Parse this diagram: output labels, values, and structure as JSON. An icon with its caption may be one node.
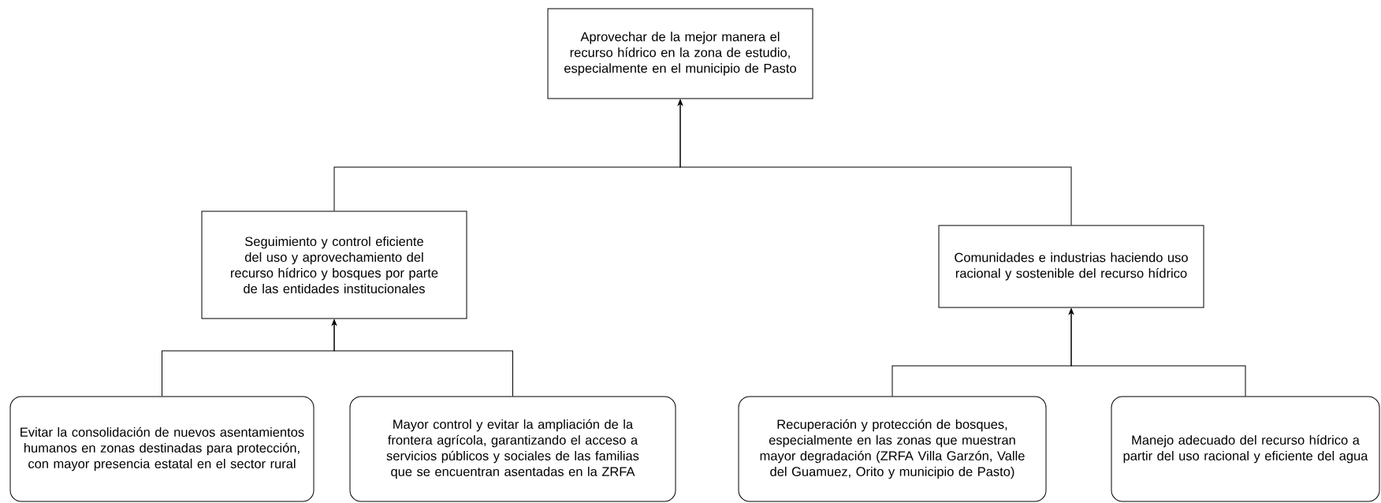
{
  "diagram": {
    "nodes": [
      {
        "text": [
          "Aprovechar de la mejor manera el recurso hídrico en la zona de estudio, especialmente en el municipio de Pasto"
        ]
      },
      {
        "text": [
          "Seguimiento y control eficiente del uso y aprovechamiento del recurso hídrico y bosques por parte de las entidades institucionales"
        ]
      },
      {
        "text": [
          "Comunidades e industrias haciendo uso racional y sostenible del recurso hídrico"
        ]
      },
      {
        "text": [
          "Evitar la consolidación de nuevos asentamientos humanos en zonas destinadas para protección, con mayor presencia estatal en el sector rural"
        ]
      },
      {
        "text": [
          "Mayor control y evitar la ampliación de la frontera agrícola, garantizando el acceso a servicios públicos y sociales de las familias que se encuentran asentadas en la ZRFA"
        ]
      },
      {
        "text": [
          "Recuperación y protección de bosques, especialmente en las zonas que muestran mayor degradación (ZRFA Villa Garzón, Valle del Guamuez, Orito y municipio de Pasto)"
        ]
      },
      {
        "text": [
          "Manejo adecuado del recurso hídrico a partir del uso racional y eficiente del agua"
        ]
      }
    ],
    "edges": [
      {
        "from": 1,
        "to": 0,
        "arrow": "to"
      },
      {
        "from": 2,
        "to": 0,
        "arrow": "to"
      },
      {
        "from": 3,
        "to": 1,
        "arrow": "to"
      },
      {
        "from": 4,
        "to": 1,
        "arrow": "to"
      },
      {
        "from": 5,
        "to": 2,
        "arrow": "to"
      },
      {
        "from": 6,
        "to": 2,
        "arrow": "to"
      }
    ]
  }
}
